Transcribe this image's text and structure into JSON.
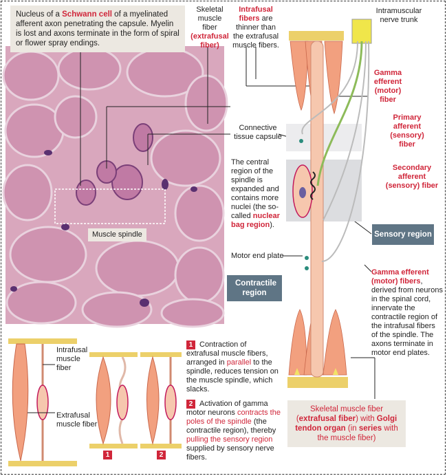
{
  "schwann_callout": [
    "Nucleus of a ",
    "Schwann cell",
    " of a myelinated afferent axon penetrating the capsule. Myelin is lost and axons terminate in the form of spiral or flower spray endings."
  ],
  "skeletal_label": [
    "Skeletal muscle fiber",
    "(extrafusal fiber)"
  ],
  "intrafusal_label": [
    "Intrafusal fibers",
    "are thinner than the extrafusal muscle fibers."
  ],
  "nerve_trunk_label": "Intramuscular nerve trunk",
  "gamma_fiber_label": "Gamma efferent (motor) fiber",
  "primary_label": "Primary afferent (sensory) fiber",
  "secondary_label": "Secondary afferent (sensory) fiber",
  "capsule_label": "Connective tissue capsule",
  "central_region": [
    "The central region of the spindle is expanded and contains more nuclei (the so-called ",
    "nuclear bag region",
    ")."
  ],
  "sensory_region": "Sensory region",
  "motor_end_plate": "Motor end plate",
  "contractile_region": "Contractile region",
  "gamma_efferent_desc": [
    "Gamma efferent (motor) fibers",
    ", derived from neurons in the spinal cord, innervate the contractile region of the intrafusal fibers of the spindle. The axons terminate in motor end plates."
  ],
  "muscle_spindle_label": "Muscle spindle",
  "golgi_callout": [
    "Skeletal muscle fiber (",
    "extrafusal fiber",
    ") with ",
    "Golgi tendon organ",
    " (in ",
    "series",
    " with the muscle fiber)"
  ],
  "intrafusal_small": "Intrafusal muscle fiber",
  "extrafusal_small": "Extrafusal muscle fiber",
  "step1": {
    "num": "1",
    "text": [
      "Contraction of extrafusal muscle fibers, arranged in ",
      "parallel",
      " to the spindle, reduces tension on the muscle spindle, which slacks."
    ]
  },
  "step2": {
    "num": "2",
    "text": [
      "Activation of gamma motor neurons ",
      "contracts the poles of the spindle",
      " (the contractile region), thereby ",
      "pulling the sensory region",
      " supplied by sensory nerve fibers."
    ]
  },
  "panel_labels": [
    "1",
    "2"
  ],
  "colors": {
    "accent_red": "#d0263a",
    "slate": "#5f7585",
    "muscle": "#f2a07f",
    "tendon": "#ecd06a",
    "callout_bg": "#ece8e1"
  }
}
